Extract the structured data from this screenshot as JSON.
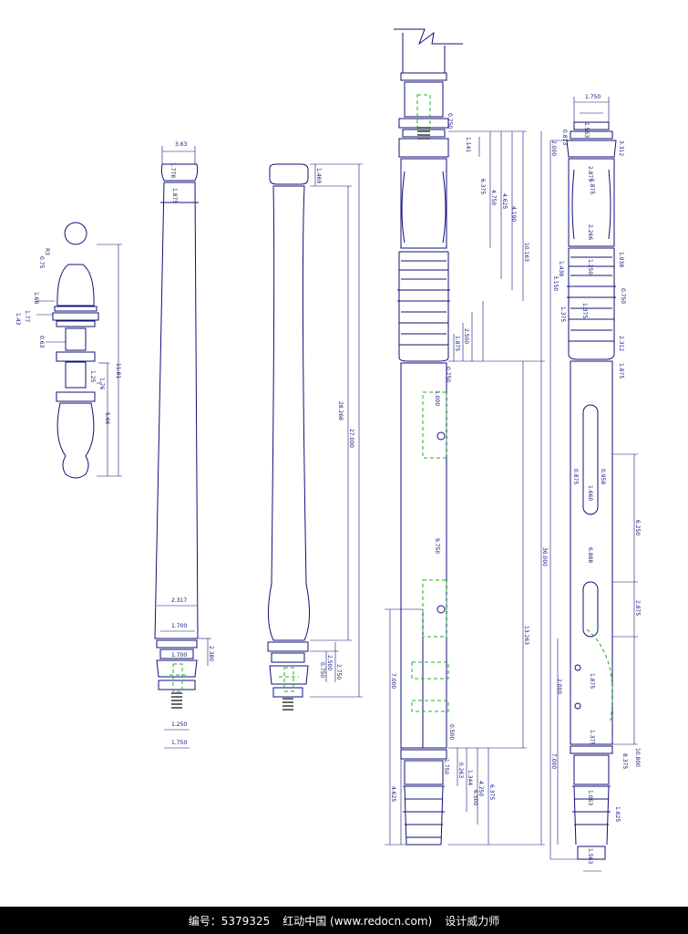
{
  "footer": {
    "id_text": "编号：5379325",
    "site_text": "红动中国 (www.redocn.com)",
    "author_text": "设计威力师"
  },
  "colors": {
    "line": "#10107a",
    "green": "#22b022",
    "footer_bg": "#000000"
  },
  "dims": {
    "p1": [
      "R3",
      "0.75",
      "1.68",
      "1.43",
      "1.77",
      "0.63",
      "1.25",
      "1.76",
      "5.66",
      "11.81"
    ],
    "p2": [
      "3.63",
      "1.778",
      "1.875",
      "2.317",
      "1.700",
      "1.700",
      "2.380",
      "1.250",
      "1.750"
    ],
    "p3": [
      "1.469",
      "27.000",
      "28.268",
      "0.750",
      "2.500",
      "2.750"
    ],
    "p4": [
      "0.750",
      "1.141",
      "6.375",
      "4.750",
      "4.625",
      "4.190",
      "10.163",
      "1.875",
      "2.500",
      "0.750",
      "1.000",
      "9.750",
      "13.263",
      "36.000",
      "7.000",
      "0.500",
      "1.750",
      "4.625",
      "6.375",
      "4.250",
      "1.344",
      "6.500",
      "0.263"
    ],
    "p5": [
      "1.750",
      "1.563",
      "3.312",
      "2.000",
      "0.813",
      "2.875",
      "1.875",
      "2.266",
      "1.938",
      "1.250",
      "1.438",
      "3.150",
      "2.312",
      "1.375",
      "1.375",
      "0.750",
      "1.875",
      "0.958",
      "1.660",
      "6.250",
      "0.875",
      "6.888",
      "2.875",
      "1.875",
      "7.000",
      "8.375",
      "10.800",
      "2.000",
      "1.375",
      "1.063",
      "1.625",
      "1.563"
    ]
  }
}
